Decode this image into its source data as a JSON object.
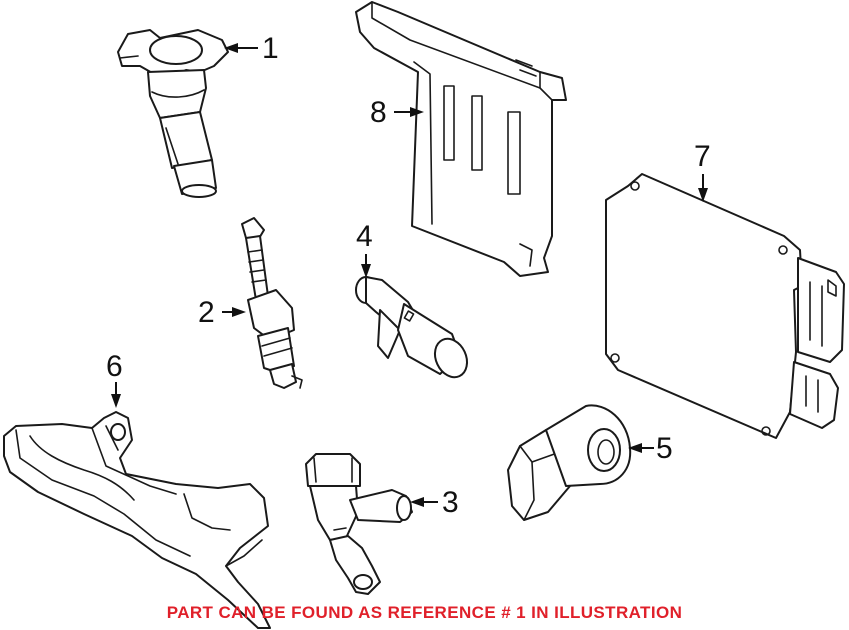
{
  "callouts": {
    "c1": "1",
    "c2": "2",
    "c3": "3",
    "c4": "4",
    "c5": "5",
    "c6": "6",
    "c7": "7",
    "c8": "8"
  },
  "notice": {
    "text": "PART CAN BE FOUND AS REFERENCE # 1 IN ILLUSTRATION",
    "color": "#e0202a"
  },
  "icons": [
    "ignition-coil-icon",
    "spark-plug-icon",
    "camshaft-sensor-icon",
    "crankshaft-sensor-icon",
    "knock-sensor-icon",
    "bracket-icon",
    "ecu-module-icon",
    "ecu-bracket-icon"
  ]
}
